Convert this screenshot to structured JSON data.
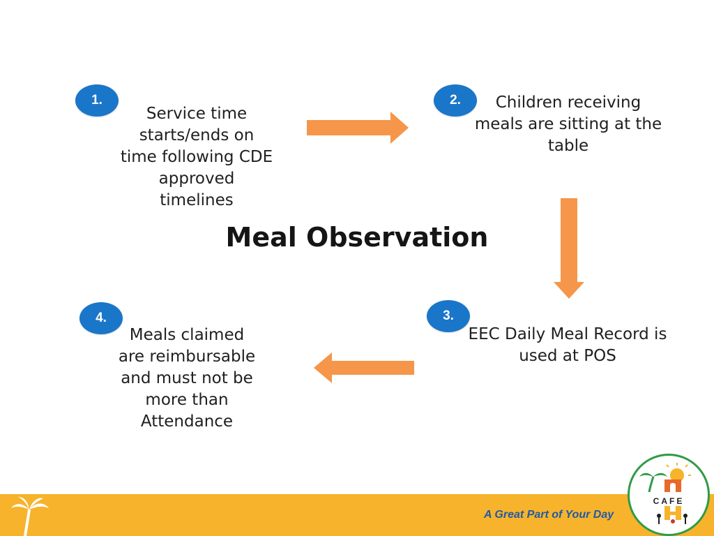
{
  "diagram": {
    "title": "Meal Observation",
    "steps": [
      {
        "number": "1.",
        "text": "Service time\nstarts/ends on\ntime following CDE\napproved\ntimelines"
      },
      {
        "number": "2.",
        "text": "Children receiving\nmeals are sitting at the\ntable"
      },
      {
        "number": "3.",
        "text": "EEC Daily Meal Record is\nused at POS"
      },
      {
        "number": "4.",
        "text": "Meals claimed\nare reimbursable\nand must not be\nmore than\nAttendance"
      }
    ],
    "colors": {
      "badge": "#1a76c9",
      "arrow": "#f5964a",
      "footer": "#f7b32b"
    }
  },
  "footer": {
    "tagline": "A Great Part of Your Day",
    "logo_text": "CAFE"
  }
}
